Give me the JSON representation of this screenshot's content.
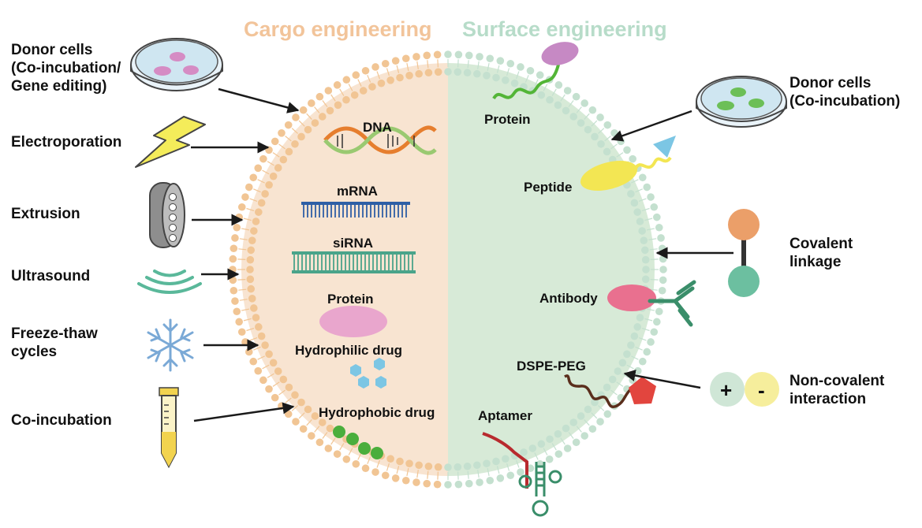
{
  "titles": {
    "cargo": "Cargo engineering",
    "surface": "Surface engineering"
  },
  "left_methods": [
    {
      "key": "donor",
      "lines": [
        "Donor cells",
        "(Co-incubation/",
        "Gene editing)"
      ]
    },
    {
      "key": "electro",
      "lines": [
        "Electroporation"
      ]
    },
    {
      "key": "extrusion",
      "lines": [
        "Extrusion"
      ]
    },
    {
      "key": "ultrasound",
      "lines": [
        "Ultrasound"
      ]
    },
    {
      "key": "freeze",
      "lines": [
        "Freeze-thaw",
        "cycles"
      ]
    },
    {
      "key": "coinc",
      "lines": [
        "Co-incubation"
      ]
    }
  ],
  "right_methods": [
    {
      "key": "donor",
      "lines": [
        "Donor cells",
        "(Co-incubation)"
      ]
    },
    {
      "key": "covalent",
      "lines": [
        "Covalent",
        "linkage"
      ]
    },
    {
      "key": "noncovalent",
      "lines": [
        "Non-covalent",
        "interaction"
      ]
    }
  ],
  "cargo_items": {
    "dna": "DNA",
    "mrna": "mRNA",
    "sirna": "siRNA",
    "protein": "Protein",
    "hydrophilic": "Hydrophilic drug",
    "hydrophobic": "Hydrophobic drug"
  },
  "surface_items": {
    "protein": "Protein",
    "peptide": "Peptide",
    "antibody": "Antibody",
    "dspe": "DSPE-PEG",
    "aptamer": "Aptamer"
  },
  "charges": {
    "plus": "+",
    "minus": "-"
  },
  "icons": [
    "petri-dish-icon",
    "lightning-icon",
    "extrusion-filter-icon",
    "ultrasound-wave-icon",
    "snowflake-icon",
    "test-tube-icon",
    "petri-dish-icon",
    "covalent-dumbbell-icon",
    "charge-pair-icon"
  ],
  "colors": {
    "cargo_title": "#f2c49a",
    "surface_title": "#b7dcc9",
    "cargo_fill": "#f8e4d1",
    "surface_fill": "#d7ead7",
    "cargo_lipid": "#f1c594",
    "surface_lipid": "#c4e0cf",
    "arrow": "#1a1a1a"
  }
}
